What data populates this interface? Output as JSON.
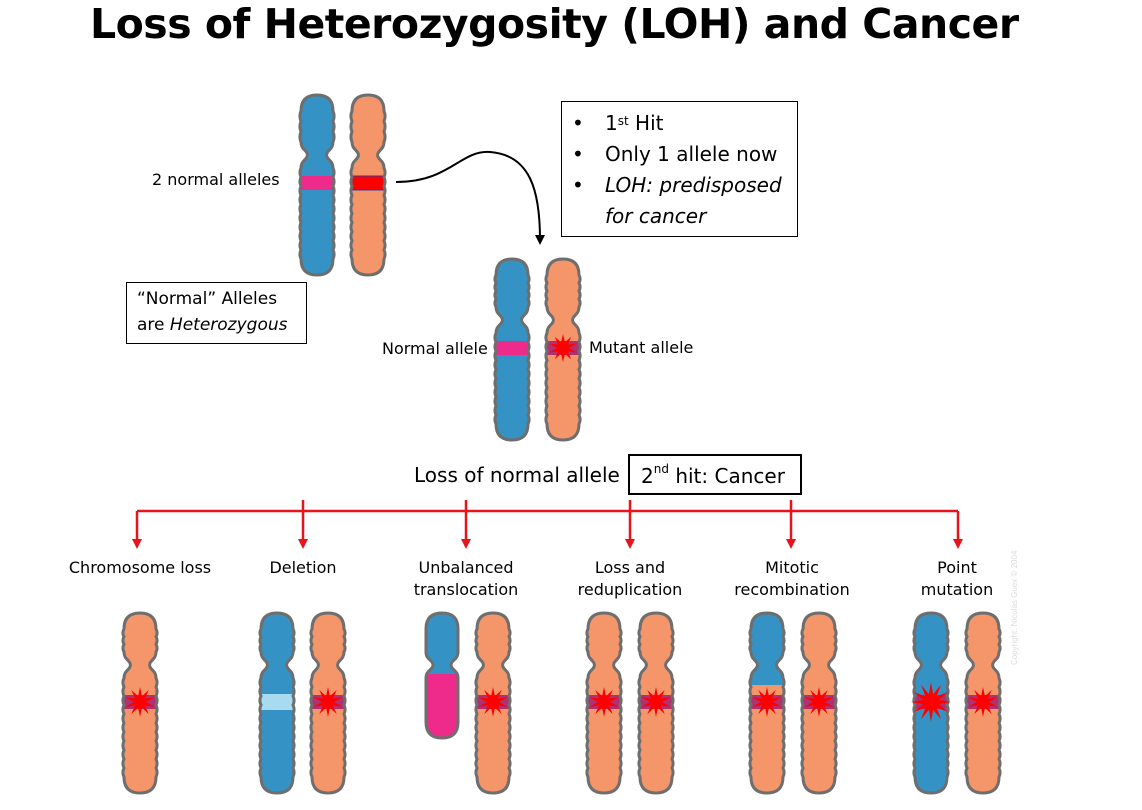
{
  "title": "Loss of Heterozygosity (LOH) and Cancer",
  "labels": {
    "two_normal": "2 normal alleles",
    "normal_allele": "Normal allele",
    "mutant_allele": "Mutant allele",
    "loss_of_normal": "Loss of normal allele"
  },
  "normal_box": {
    "line1": "“Normal” Alleles",
    "line2_prefix": "are ",
    "line2_italic": "Heterozygous"
  },
  "first_hit": {
    "bullet": "•",
    "line1_pre": "1",
    "line1_sup": "st",
    "line1_post": " Hit",
    "line2": "Only 1 allele now",
    "line3a": "LOH: predisposed",
    "line3b": "for cancer"
  },
  "second_hit": {
    "pre": "2",
    "sup": "nd",
    "post": " hit: Cancer"
  },
  "mechanisms": [
    {
      "line1": "Chromosome  loss",
      "line2": ""
    },
    {
      "line1": "Deletion",
      "line2": ""
    },
    {
      "line1": "Unbalanced",
      "line2": "translocation"
    },
    {
      "line1": "Loss and",
      "line2": "reduplication"
    },
    {
      "line1": "Mitotic",
      "line2": "recombination"
    },
    {
      "line1": "Point",
      "line2": "mutation"
    }
  ],
  "watermark": "Copyright: Nicolas Guex © 2004",
  "colors": {
    "blue": "#3592c4",
    "orange": "#f4956a",
    "outline": "#6e6e6e",
    "allele_pink": "#ee2a8a",
    "mutation_red": "#ff0000",
    "arrow_red": "#e8141b",
    "deleted_band": "#a8daf0"
  }
}
